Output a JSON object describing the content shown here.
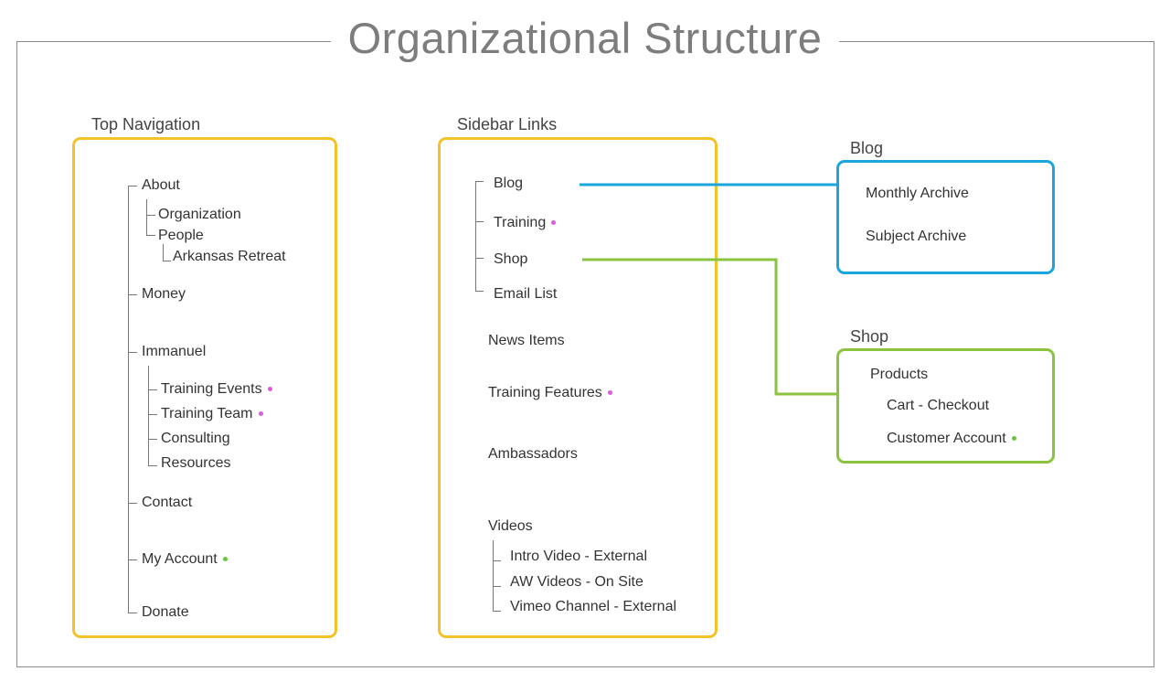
{
  "title": "Organizational Structure",
  "colors": {
    "frame": "#8a8a8a",
    "yellow_box": "#f3c22a",
    "blue_box": "#1aa6dd",
    "green_box": "#8ac43f",
    "marker_magenta": "#e05ae0",
    "marker_green": "#69c43f"
  },
  "top_navigation": {
    "label": "Top Navigation",
    "about": "About",
    "organization": "Organization",
    "people": "People",
    "arkansas_retreat": "Arkansas Retreat",
    "money": "Money",
    "immanuel": "Immanuel",
    "training_events": "Training Events",
    "training_team": "Training Team",
    "consulting": "Consulting",
    "resources": "Resources",
    "contact": "Contact",
    "my_account": "My Account",
    "donate": "Donate"
  },
  "sidebar_links": {
    "label": "Sidebar Links",
    "blog": "Blog",
    "training": "Training",
    "shop": "Shop",
    "email_list": "Email List",
    "news_items": "News Items",
    "training_features": "Training Features",
    "ambassadors": "Ambassadors",
    "videos": "Videos",
    "intro_video": "Intro Video - External",
    "aw_videos": "AW Videos - On Site",
    "vimeo_channel": "Vimeo Channel - External"
  },
  "blog_section": {
    "label": "Blog",
    "monthly_archive": "Monthly Archive",
    "subject_archive": "Subject Archive"
  },
  "shop_section": {
    "label": "Shop",
    "products": "Products",
    "cart_checkout": "Cart - Checkout",
    "customer_account": "Customer Account"
  }
}
